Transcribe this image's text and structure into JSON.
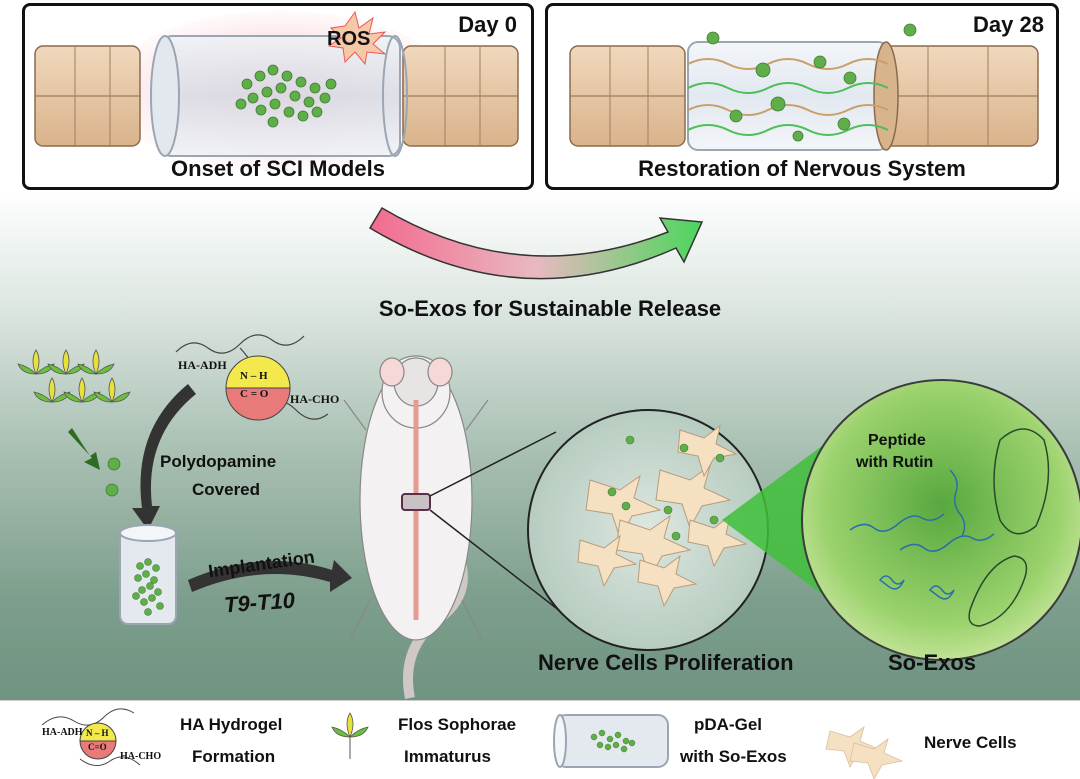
{
  "top": {
    "left_panel": {
      "day": "Day 0",
      "ros": "ROS",
      "caption": "Onset of SCI Models"
    },
    "right_panel": {
      "day": "Day 28",
      "caption": "Restoration of Nervous System"
    }
  },
  "arrow_label": "So-Exos for Sustainable Release",
  "chemistry": {
    "ha_adh": "HA-ADH",
    "ha_cho": "HA-CHO",
    "nh": "N – H",
    "co": "C = O",
    "process": [
      "Polydopamine",
      "Covered"
    ]
  },
  "implant": {
    "line1": "Implantation",
    "line2": "T9-T10"
  },
  "magnify": {
    "cells_caption": "Nerve Cells Proliferation",
    "exo_caption": "So-Exos",
    "peptide": [
      "Peptide",
      "with Rutin"
    ]
  },
  "legend": {
    "items": [
      {
        "line1": "HA Hydrogel",
        "line2": "Formation"
      },
      {
        "line1": "Flos Sophorae",
        "line2": "Immaturus"
      },
      {
        "line1": "pDA-Gel",
        "line2": "with So-Exos"
      },
      {
        "line1": "Nerve Cells",
        "line2": ""
      }
    ],
    "ha_adh": "HA-ADH",
    "ha_cho": "HA-CHO",
    "nh": "N – H",
    "co": "C=O"
  },
  "colors": {
    "exo_green": "#5fae4a",
    "ros_red": "#e8585b",
    "spine_tan": "#e6c6a3",
    "gel_glass": "#d7e3ec"
  }
}
